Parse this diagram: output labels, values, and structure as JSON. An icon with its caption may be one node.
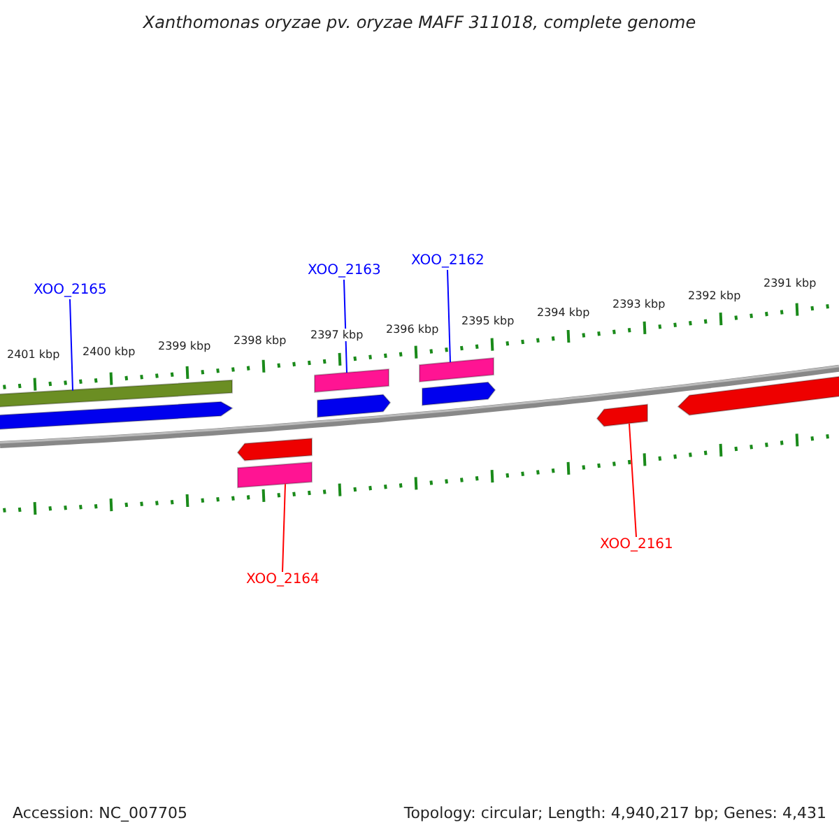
{
  "diagram": {
    "title": "Xanthomonas oryzae pv. oryzae MAFF 311018, complete genome",
    "nodes": [
      {
        "text": [
          "XOO_2165"
        ]
      },
      {
        "text": [],
        "shape": "bar"
      },
      {
        "text": [
          "XOO_2163"
        ]
      },
      {
        "text": [],
        "shape": "bar"
      },
      {
        "text": [
          "XOO_2162"
        ]
      },
      {
        "text": [],
        "shape": "bar"
      },
      {
        "text": [
          "XOO_2164"
        ]
      },
      {
        "text": [],
        "shape": "bar"
      },
      {
        "text": [
          "XOO_2161"
        ]
      },
      {
        "text": [],
        "shape": "bar"
      },
      {
        "text": [],
        "shape": "bar"
      },
      {
        "text": [],
        "shape": "bar"
      },
      {
        "text": [],
        "shape": "bar"
      },
      {
        "text": [],
        "shape": "bar"
      },
      {
        "text": [],
        "shape": "bar"
      }
    ],
    "edges": [
      {
        "from": 0,
        "to": 1,
        "arrow": "none"
      },
      {
        "from": 2,
        "to": 3,
        "arrow": "none"
      },
      {
        "from": 4,
        "to": 5,
        "arrow": "none"
      },
      {
        "from": 6,
        "to": 7,
        "arrow": "none",
        "color": "#ff0000"
      },
      {
        "from": 8,
        "to": 9,
        "arrow": "none",
        "color": "#ff0000"
      }
    ],
    "labels": [
      "2401 kbp",
      "2400 kbp",
      "2399 kbp",
      "2398 kbp",
      "2397 kbp",
      "2396 kbp",
      "2395 kbp",
      "2394 kbp",
      "2393 kbp",
      "2392 kbp",
      "2391 kbp",
      "Accession: NC_007705",
      "Topology: circular; Length: 4,940,217 bp; Genes: 4,431"
    ]
  }
}
